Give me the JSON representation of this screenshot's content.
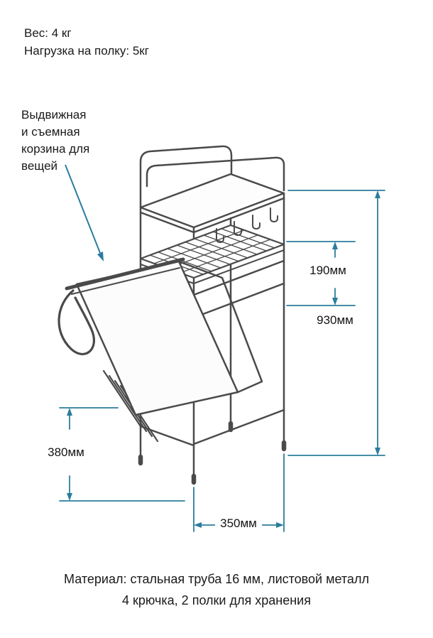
{
  "specs": {
    "weight": "Вес: 4 кг",
    "shelf_load": "Нагрузка на полку: 5кг"
  },
  "annotation": {
    "basket_note": "Выдвижная\nи съемная\nкорзина для\nвещей"
  },
  "dimensions": {
    "shelf_gap": "190мм",
    "total_height": "930мм",
    "basket_height": "380мм",
    "width": "350мм"
  },
  "footer": {
    "material": "Материал: стальная труба 16 мм, листовой металл",
    "features": "4 крючка, 2 полки для хранения"
  },
  "colors": {
    "dimension_accent": "#2b7d9c",
    "drawing_line": "#4a4a4a",
    "text": "#1a1a1a",
    "background": "#ffffff"
  }
}
